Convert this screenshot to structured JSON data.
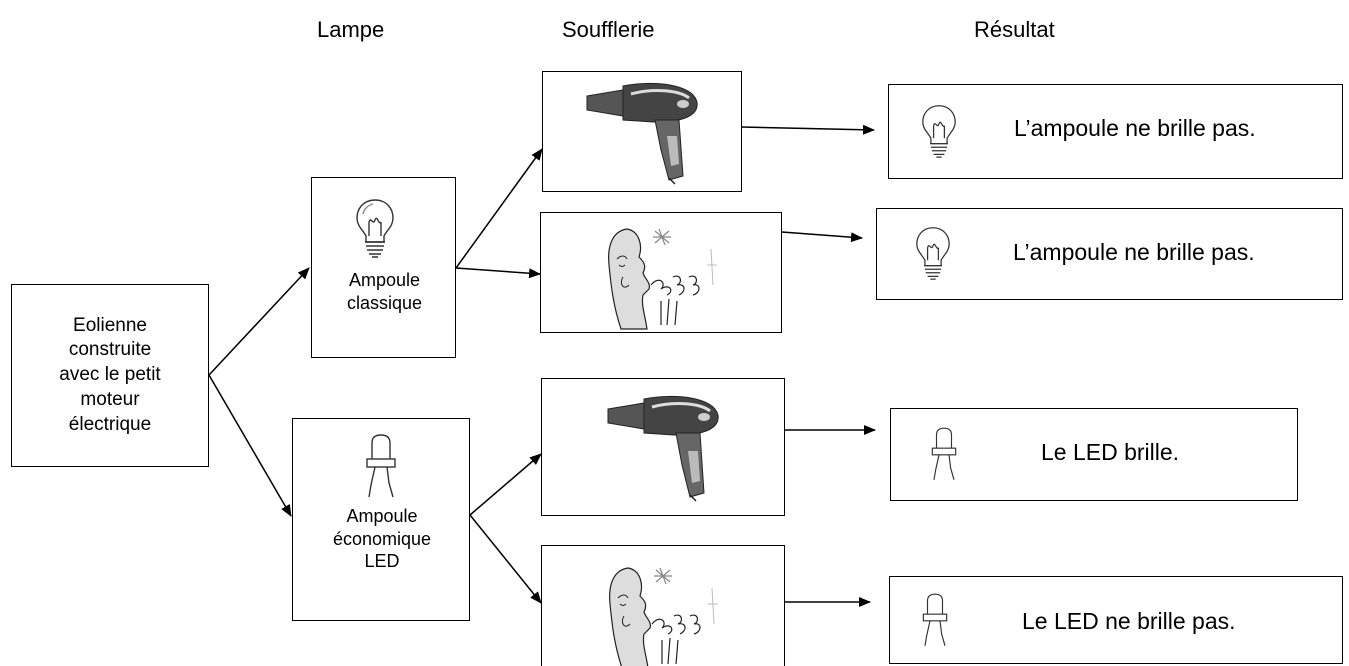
{
  "headers": {
    "lampe": "Lampe",
    "soufflerie": "Soufflerie",
    "resultat": "Résultat"
  },
  "source": {
    "lines": [
      "Eolienne",
      "construite",
      "avec le petit",
      "moteur",
      "électrique"
    ]
  },
  "lamps": {
    "classique": {
      "lines": [
        "Ampoule",
        "classique"
      ],
      "icon": "bulb-icon"
    },
    "led": {
      "lines": [
        "Ampoule",
        "économique",
        "LED"
      ],
      "icon": "led-icon"
    }
  },
  "blowers": [
    {
      "icon": "hair-dryer-icon"
    },
    {
      "icon": "blowing-person-icon"
    },
    {
      "icon": "hair-dryer-icon"
    },
    {
      "icon": "blowing-person-icon"
    }
  ],
  "results": [
    {
      "text": "L’ampoule ne brille pas.",
      "icon": "bulb-icon"
    },
    {
      "text": "L’ampoule ne brille pas.",
      "icon": "bulb-icon"
    },
    {
      "text": "Le LED brille.",
      "icon": "led-icon"
    },
    {
      "text": "Le LED ne brille pas.",
      "icon": "led-icon"
    }
  ]
}
